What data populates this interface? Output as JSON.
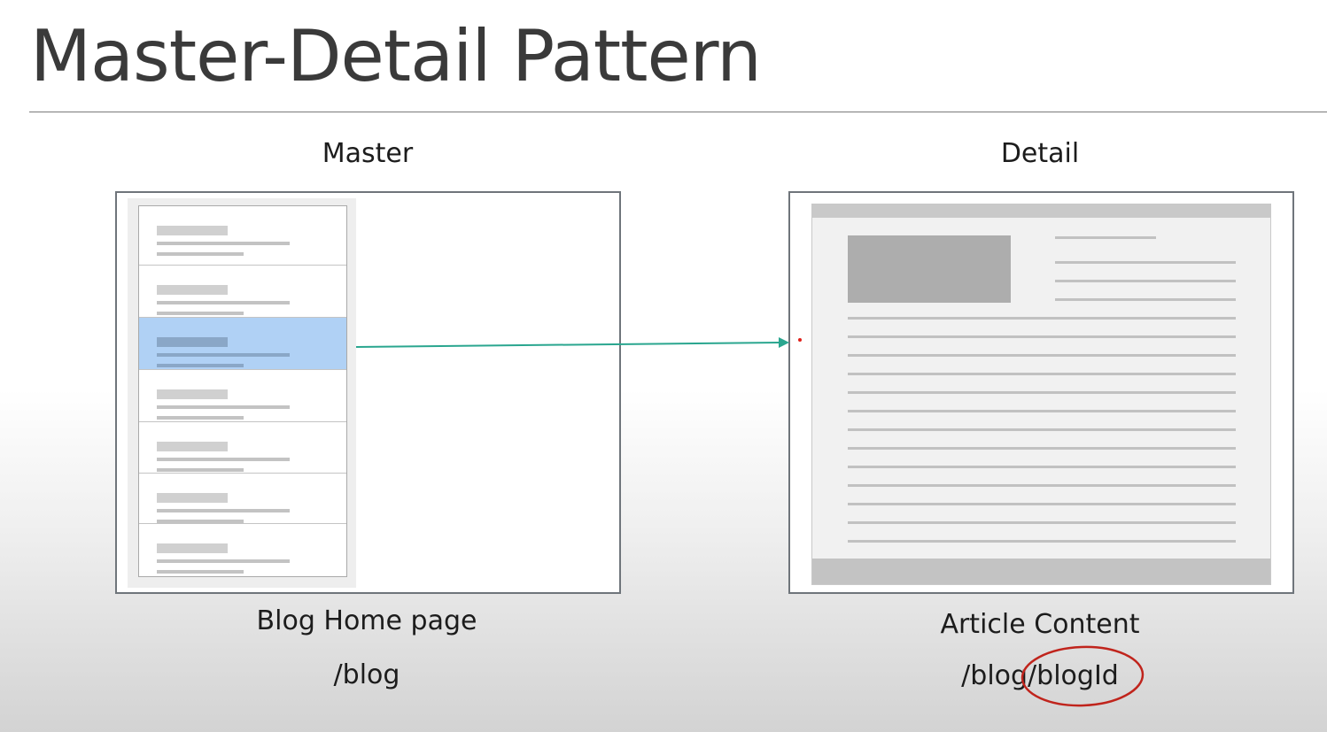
{
  "slide": {
    "title": "Master-Detail Pattern"
  },
  "master": {
    "heading": "Master",
    "page_label": "Blog Home page",
    "route": "/blog",
    "list_items": [
      {
        "selected": false
      },
      {
        "selected": false
      },
      {
        "selected": true
      },
      {
        "selected": false
      },
      {
        "selected": false
      },
      {
        "selected": false
      },
      {
        "selected": false
      }
    ]
  },
  "detail": {
    "heading": "Detail",
    "page_label": "Article Content",
    "route": "/blog/blogId"
  },
  "colors": {
    "accent_arrow": "#2aa68f",
    "selected_item": "#b0d1f5",
    "annotation_circle": "#c0241c",
    "pointer_dot": "#e0201a"
  }
}
